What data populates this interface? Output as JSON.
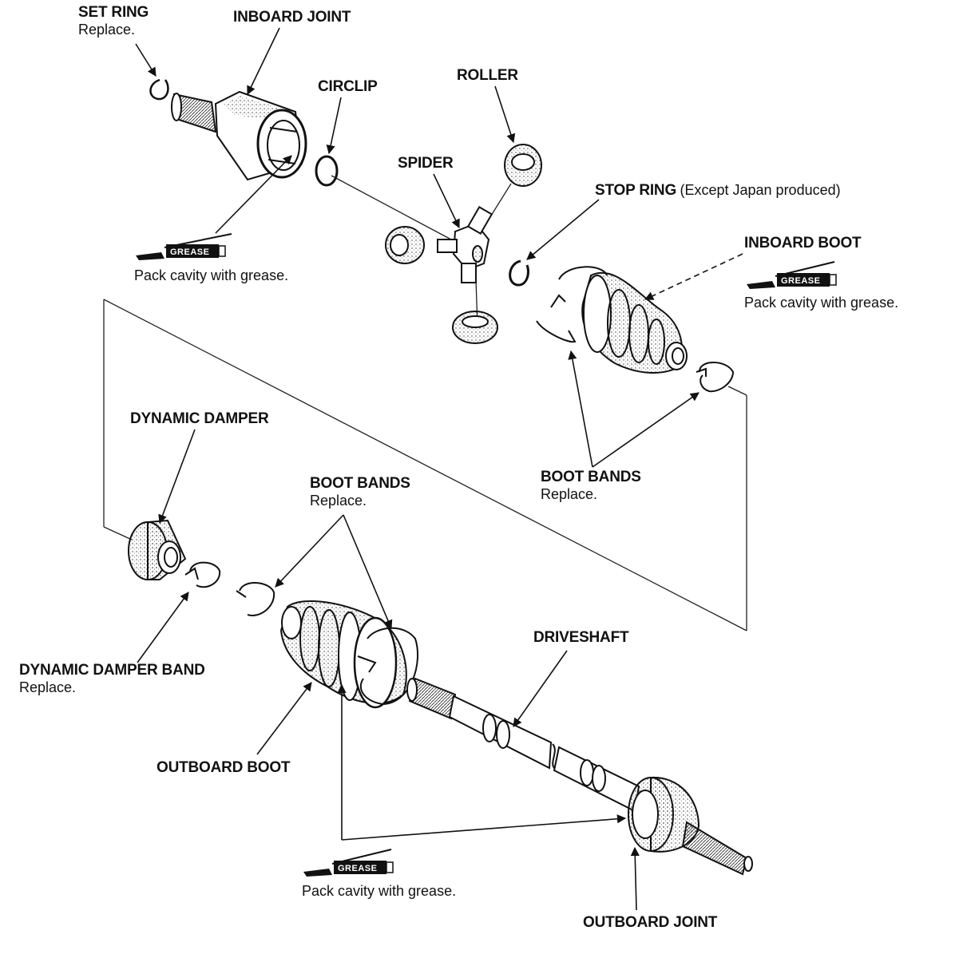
{
  "labels": {
    "set_ring": {
      "title": "SET RING",
      "note": "Replace."
    },
    "inboard_joint": {
      "title": "INBOARD JOINT"
    },
    "circlip": {
      "title": "CIRCLIP"
    },
    "roller": {
      "title": "ROLLER"
    },
    "spider": {
      "title": "SPIDER"
    },
    "stop_ring": {
      "title": "STOP RING",
      "note": "(Except Japan produced)"
    },
    "inboard_boot": {
      "title": "INBOARD BOOT",
      "note": "Pack cavity with grease."
    },
    "grease_inboard_joint": {
      "note": "Pack cavity with grease."
    },
    "dynamic_damper": {
      "title": "DYNAMIC DAMPER"
    },
    "boot_bands_outboard": {
      "title": "BOOT BANDS",
      "note": "Replace."
    },
    "boot_bands_inboard": {
      "title": "BOOT BANDS",
      "note": "Replace."
    },
    "driveshaft": {
      "title": "DRIVESHAFT"
    },
    "dynamic_damper_band": {
      "title": "DYNAMIC DAMPER BAND",
      "note": "Replace."
    },
    "outboard_boot": {
      "title": "OUTBOARD BOOT"
    },
    "grease_outboard": {
      "note": "Pack cavity with grease."
    },
    "outboard_joint": {
      "title": "OUTBOARD JOINT"
    }
  },
  "grease_tag": "GREASE",
  "icons": [
    "grease-gun-icon"
  ]
}
